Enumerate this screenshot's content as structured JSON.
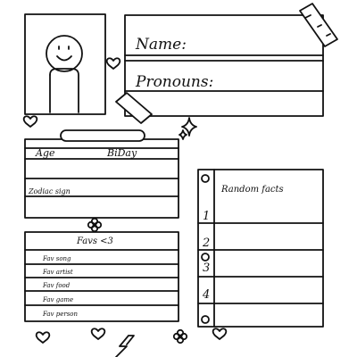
{
  "info_card": {
    "name_label": "Name:",
    "pronouns_label": "Pronouns:"
  },
  "about_card": {
    "age_label": "Age",
    "bday_label": "BiDay",
    "zodiac_label": "Zodiac sign"
  },
  "favs_card": {
    "title": "Favs <3",
    "items": [
      "Fav song",
      "Fav artist",
      "Fav food",
      "Fav game",
      "Fav person"
    ]
  },
  "facts_card": {
    "title": "Random facts",
    "numbers": [
      "1",
      "2",
      "3",
      "4"
    ]
  },
  "icons": [
    "smiley-avatar-icon",
    "heart-icon",
    "sparkle-icon",
    "flower-icon",
    "lightning-icon",
    "tape-icon"
  ]
}
